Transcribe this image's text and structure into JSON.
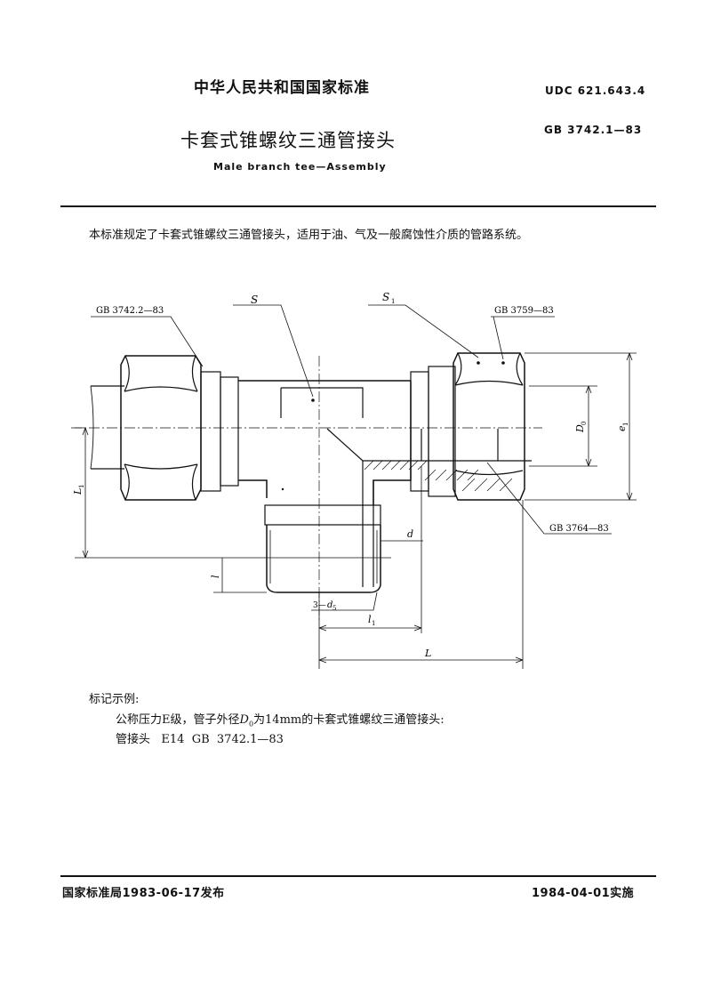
{
  "header": {
    "organization": "中华人民共和国国家标准",
    "udc": "UDC 621.643.4",
    "title": "卡套式锥螺纹三通管接头",
    "standard_number": "GB 3742.1—83",
    "english_title": "Male branch tee—Assembly"
  },
  "intro": "本标准规定了卡套式锥螺纹三通管接头，适用于油、气及一般腐蚀性介质的管路系统。",
  "drawing": {
    "ref_left": "GB 3742.2—83",
    "ref_s": "S",
    "ref_s1": "S",
    "ref_s1_sub": "1",
    "ref_nut": "GB 3759—83",
    "ref_ferrule": "GB 3764—83",
    "dim_D0": "D",
    "dim_D0_sub": "0",
    "dim_e1": "e",
    "dim_e1_sub": "1",
    "dim_L1": "L",
    "dim_L1_sub": "1",
    "dim_l": "l",
    "dim_d": "d",
    "dim_d5_prefix": "3—",
    "dim_d5": "d",
    "dim_d5_sub": "5",
    "dim_l1": "l",
    "dim_l1_sub": "1",
    "dim_L": "L"
  },
  "marking": {
    "title": "标记示例:",
    "desc_before": "公称压力E级，管子外径",
    "desc_symbol": "D",
    "desc_symbol_sub": "0",
    "desc_after": "为14mm的卡套式锥螺纹三通管接头:",
    "code": "管接头   E14  GB  3742.1—83"
  },
  "footer": {
    "issued": "国家标准局1983-06-17发布",
    "effective": "1984-04-01实施"
  }
}
